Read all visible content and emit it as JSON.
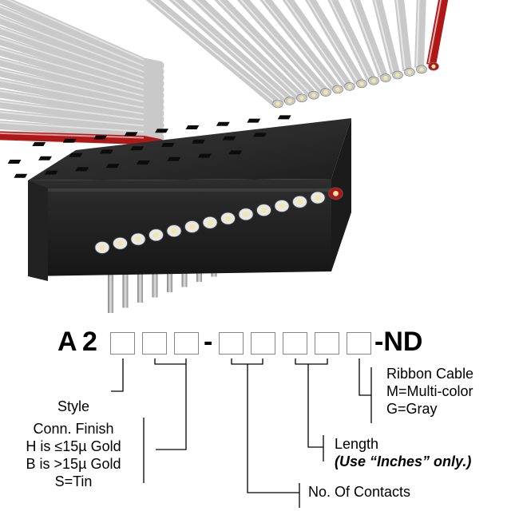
{
  "part_number": {
    "prefix_a": "A",
    "prefix_2": "2",
    "dash": "-",
    "suffix": "-ND"
  },
  "fields": {
    "style": "Style",
    "finish_title": "Conn. Finish",
    "finish_h": "H is ≤15µ  Gold",
    "finish_b": "B is >15µ  Gold",
    "finish_s": "S=Tin",
    "contacts": "No. Of Contacts",
    "length": "Length",
    "length_note": "(Use “Inches” only.)",
    "ribbon_title": "Ribbon Cable",
    "ribbon_m": "M=Multi-color",
    "ribbon_g": "G=Gray"
  },
  "colors": {
    "cable_gray": "#c9c9c9",
    "cable_red": "#b01818",
    "connector_body": "#2a2a2a",
    "pin": "#a8a8a8",
    "contact_gold": "#f3e7a6",
    "leader_line": "#000000",
    "box_border": "#888888"
  }
}
